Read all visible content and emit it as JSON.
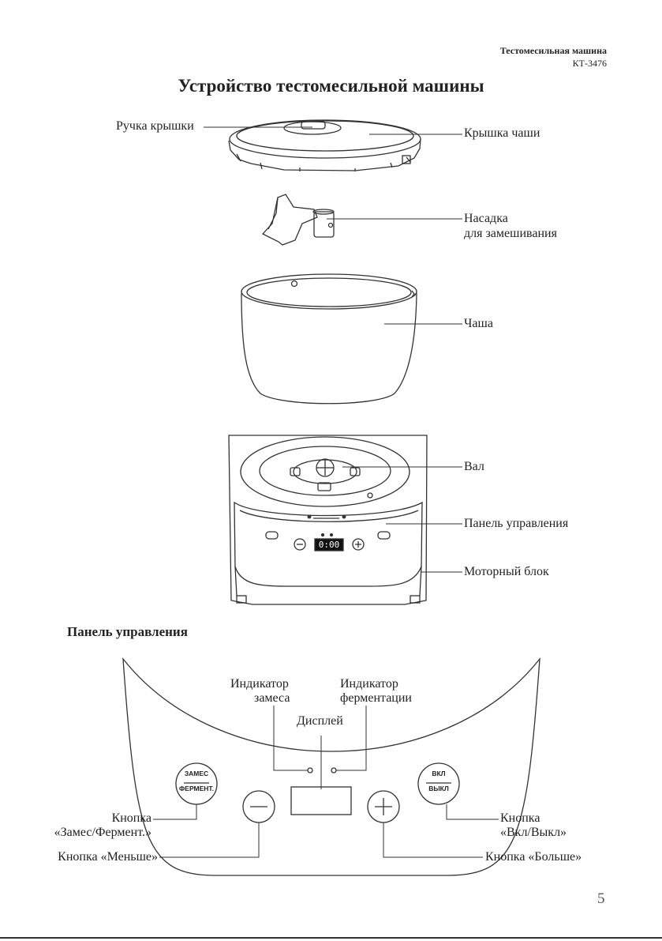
{
  "header": {
    "line1": "Тестомесильная машина",
    "line2": "КТ-3476"
  },
  "title": "Устройство тестомесильной машины",
  "parts": {
    "lid_handle": "Ручка крышки",
    "bowl_lid": "Крышка чаши",
    "kneader_line1": "Насадка",
    "kneader_line2": "для замешивания",
    "bowl": "Чаша",
    "shaft": "Вал",
    "control_panel": "Панель управления",
    "motor_block": "Моторный блок"
  },
  "device_display": "0:00",
  "panel_section": {
    "title": "Панель управления",
    "kneading_indicator_line1": "Индикатор",
    "kneading_indicator_line2": "замеса",
    "fermentation_indicator_line1": "Индикатор",
    "fermentation_indicator_line2": "ферментации",
    "display": "Дисплей",
    "mode_button_top": "ЗАМЕС",
    "mode_button_bottom": "ФЕРМЕНТ.",
    "power_button_top": "ВКЛ",
    "power_button_bottom": "ВЫКЛ",
    "mode_button_label_line1": "Кнопка",
    "mode_button_label_line2": "«Замес/Фермент.»",
    "power_button_label_line1": "Кнопка",
    "power_button_label_line2": "«Вкл/Выкл»",
    "minus_button_label": "Кнопка «Меньше»",
    "plus_button_label": "Кнопка «Больше»"
  },
  "page_number": "5"
}
